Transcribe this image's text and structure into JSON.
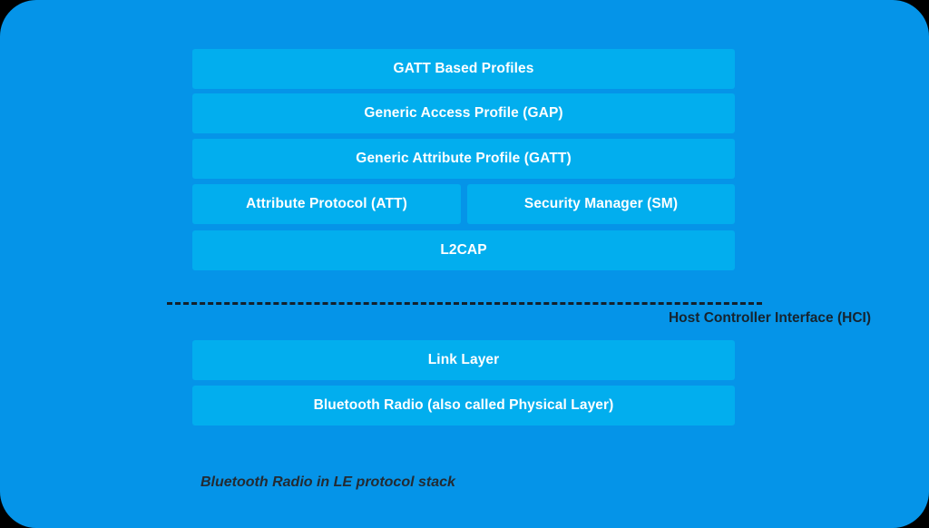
{
  "diagram": {
    "caption": "Bluetooth Radio in LE protocol stack",
    "background_color": "#0594e8",
    "box_color": "#02aeee",
    "box_text_color": "#ffffff",
    "dark_text_color": "#16242f",
    "host_layers": [
      {
        "id": "gatt-based-profiles",
        "boxes": [
          {
            "label": "GATT Based Profiles"
          }
        ]
      },
      {
        "id": "generic-access-profile",
        "boxes": [
          {
            "label": "Generic Access Profile (GAP)"
          }
        ]
      },
      {
        "id": "generic-attribute-profile",
        "boxes": [
          {
            "label": "Generic Attribute Profile (GATT)"
          }
        ]
      },
      {
        "id": "att-sm",
        "boxes": [
          {
            "label": "Attribute Protocol (ATT)"
          },
          {
            "label": "Security Manager (SM)"
          }
        ]
      },
      {
        "id": "l2cap",
        "boxes": [
          {
            "label": "L2CAP"
          }
        ]
      }
    ],
    "divider": {
      "label": "Host Controller Interface (HCI)",
      "style": "dashed",
      "color": "#14212c"
    },
    "controller_layers": [
      {
        "id": "link-layer",
        "boxes": [
          {
            "label": "Link Layer"
          }
        ]
      },
      {
        "id": "bluetooth-radio",
        "boxes": [
          {
            "label": "Bluetooth Radio (also called Physical Layer)"
          }
        ]
      }
    ]
  }
}
